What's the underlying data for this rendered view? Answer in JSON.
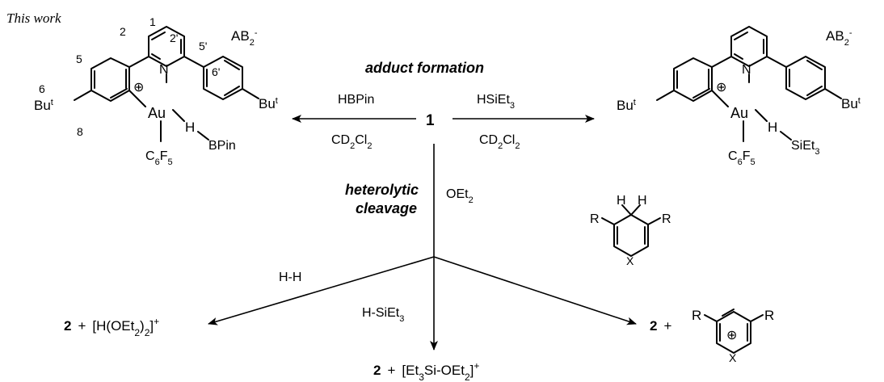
{
  "header": {
    "label": "This work"
  },
  "center": {
    "compound": "1",
    "adduct_label": "adduct formation",
    "heterolytic_line1": "heterolytic",
    "heterolytic_line2": "cleavage",
    "solvent": "OEt",
    "solvent_sub": "2"
  },
  "left_arrow": {
    "reagent": "HBPin",
    "solvent": "CD",
    "solvent_sub": "2",
    "solvent_tail": "Cl",
    "solvent_sub2": "2"
  },
  "right_arrow": {
    "reagent": "HSiEt",
    "reagent_sub": "3",
    "solvent": "CD",
    "solvent_sub": "2",
    "solvent_tail": "Cl",
    "solvent_sub2": "2"
  },
  "left_complex": {
    "numbers": [
      "1",
      "2",
      "2'",
      "5",
      "5'",
      "6",
      "6'",
      "8"
    ],
    "anion": "AB",
    "anion_sub": "2",
    "anion_sup": "-",
    "metal": "Au",
    "nitrogen": "N",
    "charge": "⊕",
    "tbu_left": "Bu",
    "tbu_left_sup": "t",
    "tbu_right": "Bu",
    "tbu_right_sup": "t",
    "hydride": "H",
    "boron_group": "BPin",
    "c6f5": "C",
    "c6f5_sub1": "6",
    "c6f5_f": "F",
    "c6f5_sub2": "5"
  },
  "right_complex": {
    "anion": "AB",
    "anion_sub": "2",
    "anion_sup": "-",
    "metal": "Au",
    "nitrogen": "N",
    "charge": "⊕",
    "tbu_left": "Bu",
    "tbu_left_sup": "t",
    "tbu_right": "Bu",
    "tbu_right_sup": "t",
    "hydride": "H",
    "silyl_group": "SiEt",
    "silyl_sub": "3",
    "c6f5": "C",
    "c6f5_sub1": "6",
    "c6f5_f": "F",
    "c6f5_sub2": "5"
  },
  "products": {
    "hh_label": "H-H",
    "hh_product_num": "2",
    "hh_product_plus": "+",
    "hh_product": "[H(OEt",
    "hh_product_sub": "2",
    "hh_product_tail": ")",
    "hh_product_sub2": "2",
    "hh_product_close": "]",
    "hh_product_sup": "+",
    "si_label": "H-SiEt",
    "si_label_sub": "3",
    "si_product_num": "2",
    "si_product_plus": "+",
    "si_product": "[Et",
    "si_product_sub": "3",
    "si_product_tail": "Si-OEt",
    "si_product_sub2": "2",
    "si_product_close": "]",
    "si_product_sup": "+",
    "arene_product_num": "2",
    "arene_product_plus": "+",
    "reagent_H1": "H",
    "reagent_H2": "H",
    "reagent_R1": "R",
    "reagent_R2": "R",
    "reagent_X": "X",
    "prod_R1": "R",
    "prod_R2": "R",
    "prod_X": "X",
    "prod_charge": "⊕"
  }
}
